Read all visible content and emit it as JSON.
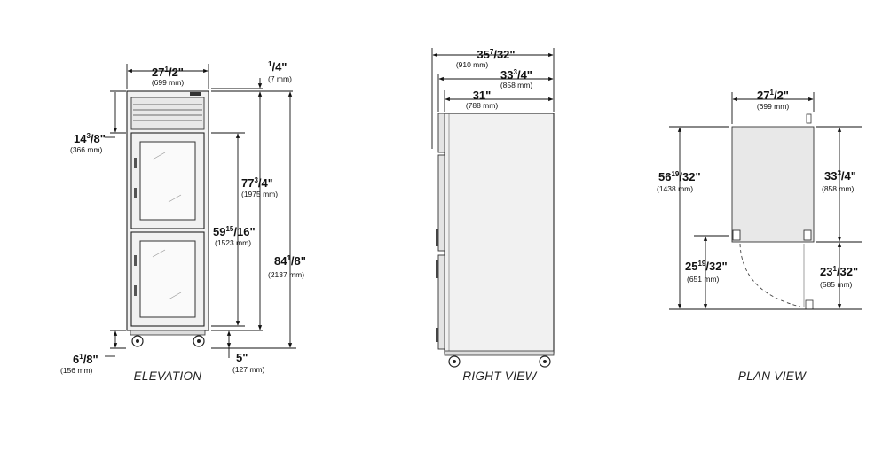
{
  "views": {
    "elevation": {
      "title": "ELEVATION"
    },
    "right": {
      "title": "RIGHT VIEW"
    },
    "plan": {
      "title": "PLAN VIEW"
    }
  },
  "dims": {
    "elev_width": {
      "whole": "27",
      "sup": "1",
      "sub": "/2\"",
      "mm": "(699 mm)"
    },
    "elev_top": {
      "whole": "",
      "sup": "1",
      "sub": "/4\"",
      "mm": "(7 mm)"
    },
    "elev_header": {
      "whole": "14",
      "sup": "3",
      "sub": "/8\"",
      "mm": "(366 mm)"
    },
    "elev_door": {
      "whole": "77",
      "sup": "3",
      "sub": "/4\"",
      "mm": "(1975 mm)"
    },
    "elev_glass": {
      "whole": "59",
      "sup": "15",
      "sub": "/16\"",
      "mm": "(1523 mm)"
    },
    "elev_overall": {
      "whole": "84",
      "sup": "1",
      "sub": "/8\"",
      "mm": "(2137 mm)"
    },
    "elev_bottom": {
      "whole": "6",
      "sup": "1",
      "sub": "/8\"",
      "mm": "(156 mm)"
    },
    "elev_caster": {
      "whole": "5\"",
      "sup": "",
      "sub": "",
      "mm": "(127 mm)"
    },
    "right_overall": {
      "whole": "35",
      "sup": "7",
      "sub": "/32\"",
      "mm": "(910 mm)"
    },
    "right_body": {
      "whole": "33",
      "sup": "3",
      "sub": "/4\"",
      "mm": "(858 mm)"
    },
    "right_cab": {
      "whole": "31\"",
      "sup": "",
      "sub": "",
      "mm": "(788 mm)"
    },
    "plan_width": {
      "whole": "27",
      "sup": "1",
      "sub": "/2\"",
      "mm": "(699 mm)"
    },
    "plan_depth": {
      "whole": "56",
      "sup": "19",
      "sub": "/32\"",
      "mm": "(1438 mm)"
    },
    "plan_body": {
      "whole": "33",
      "sup": "3",
      "sub": "/4\"",
      "mm": "(858 mm)"
    },
    "plan_swing_l": {
      "whole": "25",
      "sup": "19",
      "sub": "/32\"",
      "mm": "(651 mm)"
    },
    "plan_swing_r": {
      "whole": "23",
      "sup": "1",
      "sub": "/32\"",
      "mm": "(585 mm)"
    }
  },
  "colors": {
    "line": "#111111",
    "body_fill": "#f1f1f1",
    "panel_fill": "#e8e8e8"
  }
}
